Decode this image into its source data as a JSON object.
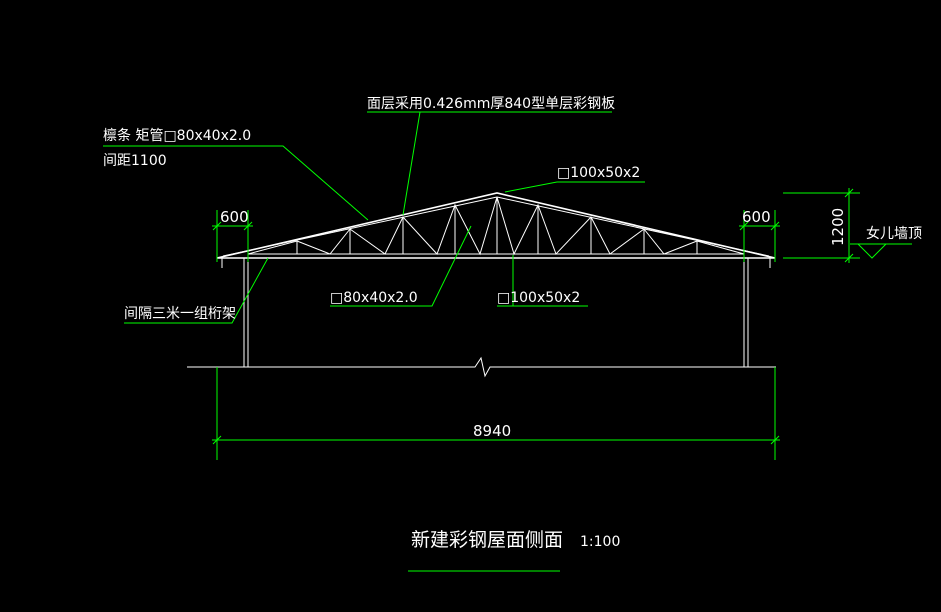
{
  "drawing": {
    "roofing_note": "面层采用0.426mm厚840型单层彩钢板",
    "purlin_note": "檩条  矩管□80x40x2.0",
    "purlin_spacing": "间距1100",
    "top_chord_member": "□100x50x2",
    "web_member": "□80x40x2.0",
    "bottom_chord_member": "□100x50x2",
    "truss_spacing_note": "间隔三米一组桁架",
    "parapet_note": "女儿墙顶",
    "overhang_left": "600",
    "overhang_right": "600",
    "rise": "1200",
    "span": "8940",
    "title": "新建彩钢屋面侧面",
    "scale": "1:100"
  },
  "colors": {
    "background": "#000000",
    "structure": "#ffffff",
    "annotation": "#00ff00"
  }
}
